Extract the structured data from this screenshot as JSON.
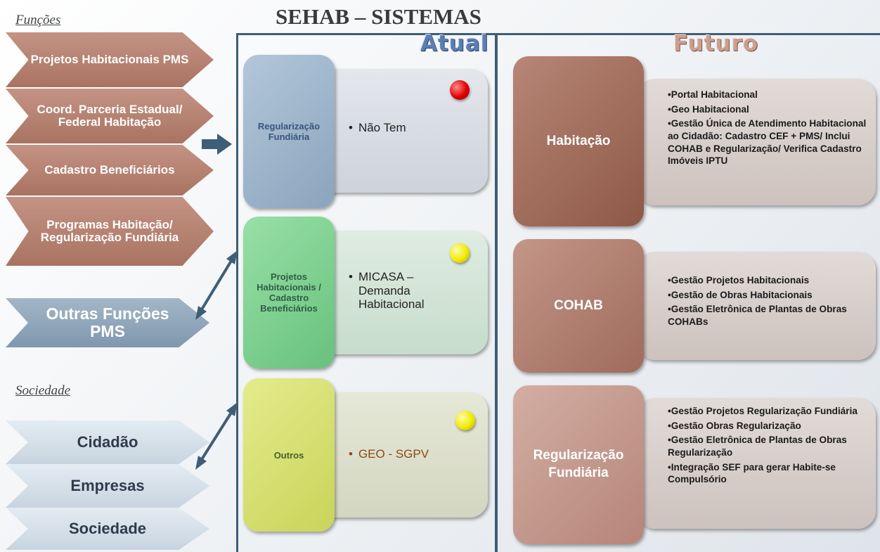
{
  "title": "SEHAB – SISTEMAS",
  "funcoes_label": "Funções",
  "sociedade_label": "Sociedade",
  "funcoes": [
    "Projetos Habitacionais PMS",
    "Coord. Parceria Estadual/ Federal Habitação",
    "Cadastro Beneficiários",
    "Programas Habitação/ Regularização Fundiária"
  ],
  "outras_funcoes": "Outras Funções PMS",
  "sociedade": [
    "Cidadão",
    "Empresas",
    "Sociedade"
  ],
  "atual": {
    "header": "Atual",
    "rows": [
      {
        "tab": "Regularização Fundiária",
        "item": "Não Tem",
        "status": "red"
      },
      {
        "tab": "Projetos Habitacionais / Cadastro Beneficiários",
        "item": "MICASA – Demanda Habitacional",
        "status": "yellow"
      },
      {
        "tab": "Outros",
        "item": "GEO - SGPV",
        "status": "yellow"
      }
    ]
  },
  "futuro": {
    "header": "Futuro",
    "rows": [
      {
        "tab": "Habitação",
        "items": [
          "Portal Habitacional",
          "Geo Habitacional",
          "Gestão Única de Atendimento Habitacional ao Cidadão: Cadastro CEF + PMS/ Inclui COHAB e Regularização/ Verifica Cadastro Imóveis IPTU"
        ]
      },
      {
        "tab": "COHAB",
        "items": [
          "Gestão Projetos Habitacionais",
          "Gestão de Obras Habitacionais",
          "Gestão Eletrônica de Plantas de Obras COHABs"
        ]
      },
      {
        "tab": "Regularização Fundiária",
        "items": [
          "Gestão Projetos Regularização Fundiária",
          "Gestão Obras Regularização",
          "Gestão Eletrônica de Plantas de Obras Regularização",
          "Integração SEF para gerar Habite-se Compulsório"
        ]
      }
    ]
  },
  "colors": {
    "red": "#e00000",
    "yellow": "#f2ea00",
    "panel_line": "#3e5d77",
    "atual_header": "#5b7fb4",
    "futuro_header": "#c9a090"
  }
}
